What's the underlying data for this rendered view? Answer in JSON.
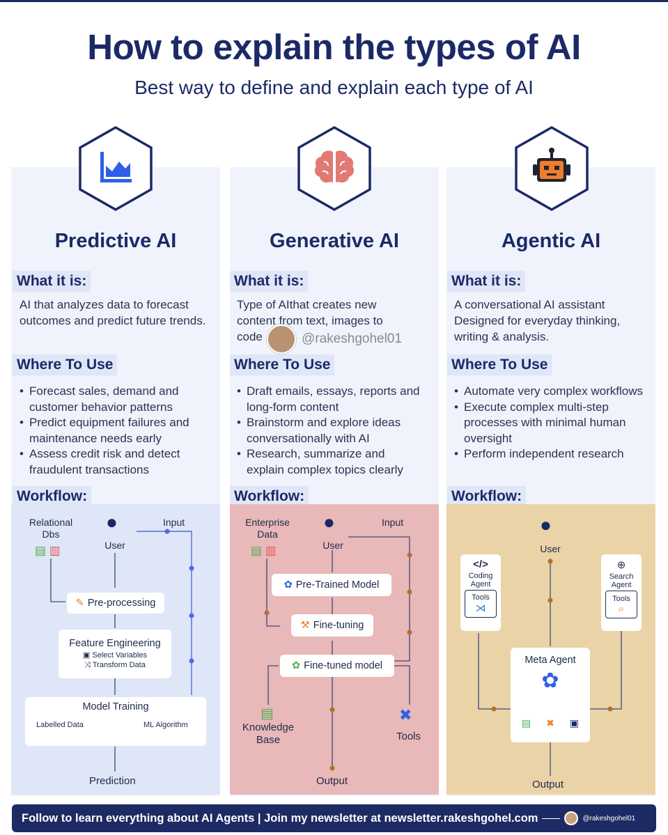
{
  "header": {
    "title": "How to explain the types of AI",
    "subtitle": "Best way to define and explain each type of AI"
  },
  "labels": {
    "what": "What it is:",
    "where": "Where To Use",
    "workflow": "Workflow:"
  },
  "columns": [
    {
      "title": "Predictive AI",
      "icon": "chart-icon",
      "accent": "#2f5fe8",
      "what": "AI that analyzes data to forecast outcomes and predict future trends.",
      "where": [
        "Forecast sales, demand and customer behavior patterns",
        "Predict equipment failures and maintenance needs early",
        "Assess credit risk and detect fraudulent transactions"
      ],
      "wf": {
        "source": "Relational Dbs",
        "user": "User",
        "input": "Input",
        "pre": "Pre-processing",
        "fe": "Feature Engineering",
        "sel": "Select Variables",
        "trans": "Transform Data",
        "mt": "Model Training",
        "ld": "Labelled Data",
        "ml": "ML Algorithm",
        "pred": "Prediction"
      }
    },
    {
      "title": "Generative AI",
      "icon": "brain-icon",
      "accent": "#e07a73",
      "what": "Type of AIthat creates new content from text, images to code",
      "where": [
        "Draft emails, essays, reports and long-form content",
        "Brainstorm and explore ideas conversationally with AI",
        "Research, summarize and explain complex topics clearly"
      ],
      "wf": {
        "source": "Enterprise Data",
        "user": "User",
        "input": "Input",
        "ptm": "Pre-Trained Model",
        "ft": "Fine-tuning",
        "ftm": "Fine-tuned model",
        "kb": "Knowledge Base",
        "tools": "Tools",
        "out": "Output"
      }
    },
    {
      "title": "Agentic AI",
      "icon": "robot-icon",
      "accent": "#ef7d2e",
      "what": "A conversational AI assistant Designed for everyday thinking, writing & analysis.",
      "where": [
        "Automate very complex workflows",
        "Execute complex multi-step processes with minimal human oversight",
        "Perform independent research"
      ],
      "wf": {
        "user": "User",
        "coding": "Coding Agent",
        "search": "Search Agent",
        "tools": "Tools",
        "meta": "Meta Agent",
        "out": "Output"
      }
    }
  ],
  "watermark": "@rakeshgohel01",
  "footer": {
    "text": "Follow to learn everything about AI Agents | Join my newsletter at newsletter.rakeshgohel.com",
    "handle": "@rakeshgohel01"
  }
}
